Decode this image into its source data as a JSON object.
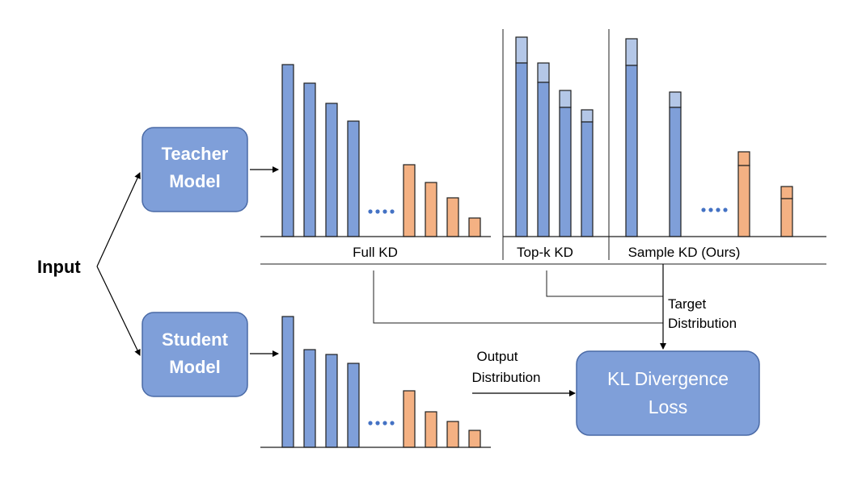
{
  "colors": {
    "box_fill": "#7f9fd9",
    "box_stroke": "#4a6aa6",
    "bar_blue": "#7f9fd9",
    "bar_blue_light": "#b4c7e7",
    "bar_orange": "#f4b183",
    "bar_stroke": "#1f1f1f"
  },
  "input": {
    "label": "Input"
  },
  "teacher": {
    "line1": "Teacher",
    "line2": "Model"
  },
  "student": {
    "line1": "Student",
    "line2": "Model"
  },
  "kl_box": {
    "line1": "KL Divergence",
    "line2": "Loss"
  },
  "labels": {
    "full_kd": "Full KD",
    "topk_kd": "Top-k KD",
    "sample_kd": "Sample KD (Ours)",
    "target_1": "Target",
    "target_2": "Distribution",
    "output_1": "Output",
    "output_2": "Distribution"
  },
  "ellipsis_icon": "four-dot-ellipsis"
}
